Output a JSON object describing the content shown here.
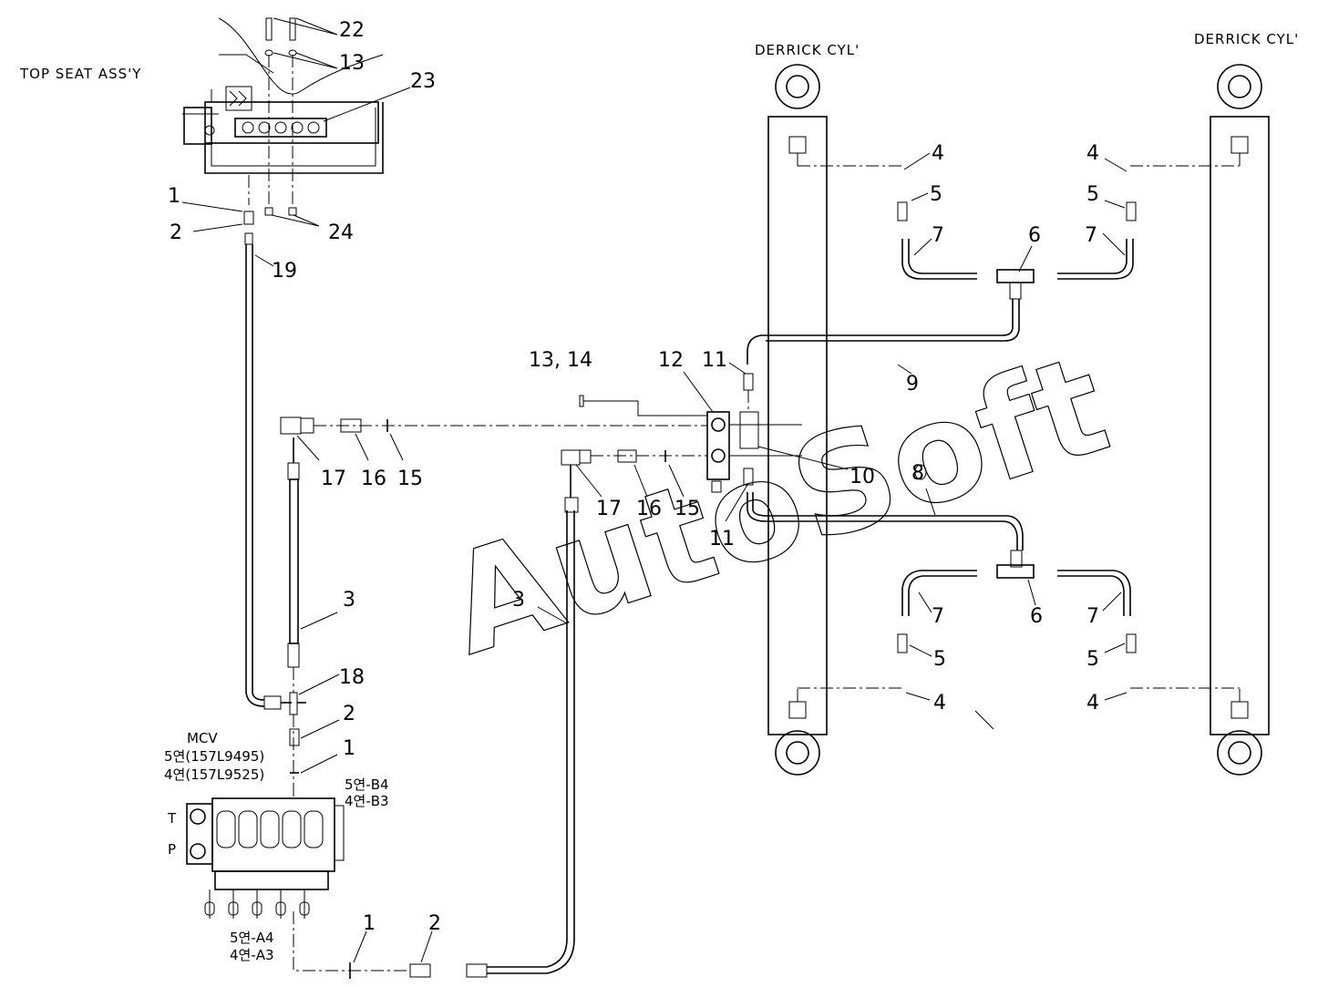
{
  "titles": {
    "top_seat": "TOP SEAT ASS'Y",
    "derrick_left": "DERRICK CYL'",
    "derrick_right": "DERRICK CYL'",
    "mcv": "MCV",
    "mcv_5": "5연(157L9495)",
    "mcv_4": "4연(157L9525)",
    "port_b_5": "5연-B4",
    "port_b_4": "4연-B3",
    "port_a_5": "5연-A4",
    "port_a_4": "4연-A3",
    "port_t": "T",
    "port_p": "P"
  },
  "watermark": "AutoSoft",
  "callouts": {
    "c22": "22",
    "c13a": "13",
    "c23": "23",
    "c1a": "1",
    "c2a": "2",
    "c24": "24",
    "c19": "19",
    "c17a": "17",
    "c16a": "16",
    "c15a": "15",
    "c3a": "3",
    "c18": "18",
    "c2b": "2",
    "c1b": "1",
    "c1c": "1",
    "c2c": "2",
    "c3b": "3",
    "c1314": "13, 14",
    "c12": "12",
    "c11a": "11",
    "c9": "9",
    "c10": "10",
    "c17b": "17",
    "c16b": "16",
    "c15b": "15",
    "c11b": "11",
    "c8": "8",
    "c4a": "4",
    "c5a": "5",
    "c7a": "7",
    "c6a": "6",
    "c7b": "7",
    "c5b": "5",
    "c4b": "4",
    "c7c": "7",
    "c6b": "6",
    "c7d": "7",
    "c5c": "5",
    "c4c": "4",
    "c5d": "5",
    "c4d": "4"
  }
}
